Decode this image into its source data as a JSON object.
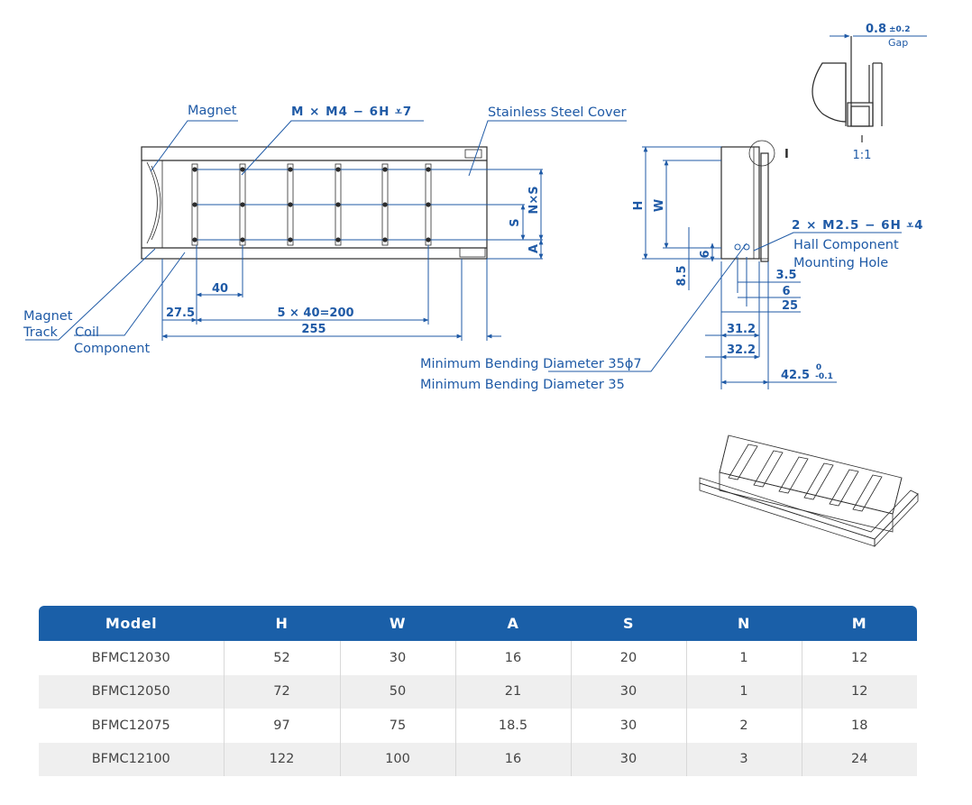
{
  "labels": {
    "magnet": "Magnet",
    "mounting_hole_spec": "M × M4 − 6H ⩡7",
    "stainless_cover": "Stainless Steel Cover",
    "magnet_track_1": "Magnet",
    "magnet_track_2": "Track",
    "coil_1": "Coil",
    "coil_2": "Component",
    "bend_1": "Minimum Bending Diameter 35ϕ7",
    "bend_2": "Minimum Bending Diameter 35",
    "hall_spec": "2 × M2.5 − 6H ⩡4",
    "hall_1": "Hall Component",
    "hall_2": "Mounting Hole",
    "gap_value": "0.8",
    "gap_tol": "±0.2",
    "gap_label": "Gap",
    "detail_mark": "I",
    "detail_scale": "1:1"
  },
  "dims": {
    "d40": "40",
    "d27_5": "27.5",
    "pitch": "5 × 40=200",
    "d255": "255",
    "S": "S",
    "NxS": "N×S",
    "A": "A",
    "H": "H",
    "W": "W",
    "d6v": "6",
    "d8_5": "8.5",
    "d3_5": "3.5",
    "d6": "6",
    "d25": "25",
    "d31_2": "31.2",
    "d32_2": "32.2",
    "d42_5": "42.5",
    "tol_up": "0",
    "tol_dn": "-0.1"
  },
  "table": {
    "headers": [
      "Model",
      "H",
      "W",
      "A",
      "S",
      "N",
      "M"
    ],
    "rows": [
      [
        "BFMC12030",
        "52",
        "30",
        "16",
        "20",
        "1",
        "12"
      ],
      [
        "BFMC12050",
        "72",
        "50",
        "21",
        "30",
        "1",
        "12"
      ],
      [
        "BFMC12075",
        "97",
        "75",
        "18.5",
        "30",
        "2",
        "18"
      ],
      [
        "BFMC12100",
        "122",
        "100",
        "16",
        "30",
        "3",
        "24"
      ]
    ]
  },
  "colors": {
    "accent": "#1f5aa6",
    "header_bg": "#1a5fa8",
    "stripe": "#efefef"
  }
}
